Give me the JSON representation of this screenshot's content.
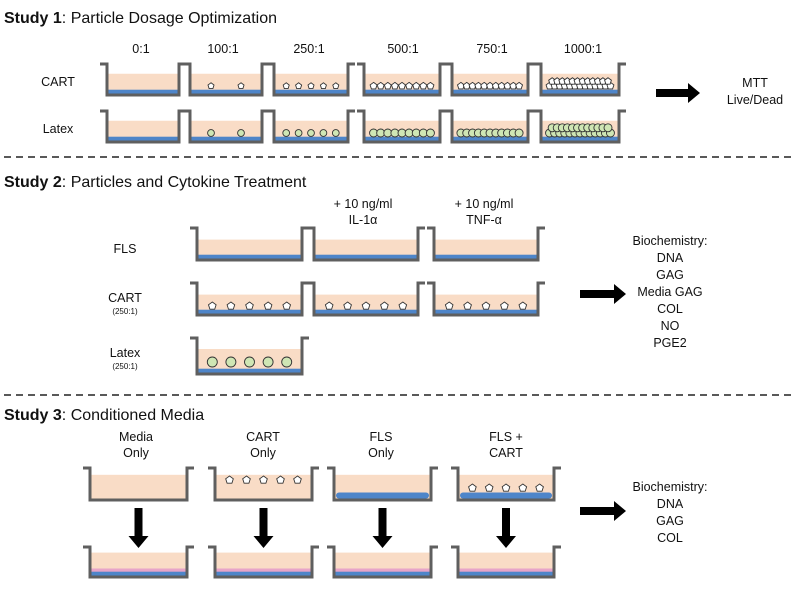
{
  "study1": {
    "title_bold": "Study 1",
    "title_rest": ": Particle Dosage Optimization",
    "ratios": [
      "0:1",
      "100:1",
      "250:1",
      "500:1",
      "750:1",
      "1000:1"
    ],
    "rows": [
      "CART",
      "Latex"
    ],
    "outcome": [
      "MTT",
      "Live/Dead"
    ]
  },
  "study2": {
    "title_bold": "Study 2",
    "title_rest": ": Particles and Cytokine Treatment",
    "treatments": [
      {
        "line1": "+ 10 ng/ml",
        "line2": "IL-1α"
      },
      {
        "line1": "+ 10 ng/ml",
        "line2": "TNF-α"
      }
    ],
    "rows": [
      {
        "label": "FLS",
        "sub": ""
      },
      {
        "label": "CART",
        "sub": "(250:1)"
      },
      {
        "label": "Latex",
        "sub": "(250:1)"
      }
    ],
    "outcome_title": "Biochemistry:",
    "outcome_items": [
      "DNA",
      "GAG",
      "Media GAG",
      "COL",
      "NO",
      "PGE2"
    ]
  },
  "study3": {
    "title_bold": "Study 3",
    "title_rest": ": Conditioned Media",
    "conditions": [
      {
        "line1": "Media",
        "line2": "Only"
      },
      {
        "line1": "CART",
        "line2": "Only"
      },
      {
        "line1": "FLS",
        "line2": "Only"
      },
      {
        "line1": "FLS +",
        "line2": "CART"
      }
    ],
    "outcome_title": "Biochemistry:",
    "outcome_items": [
      "DNA",
      "GAG",
      "COL"
    ]
  }
}
